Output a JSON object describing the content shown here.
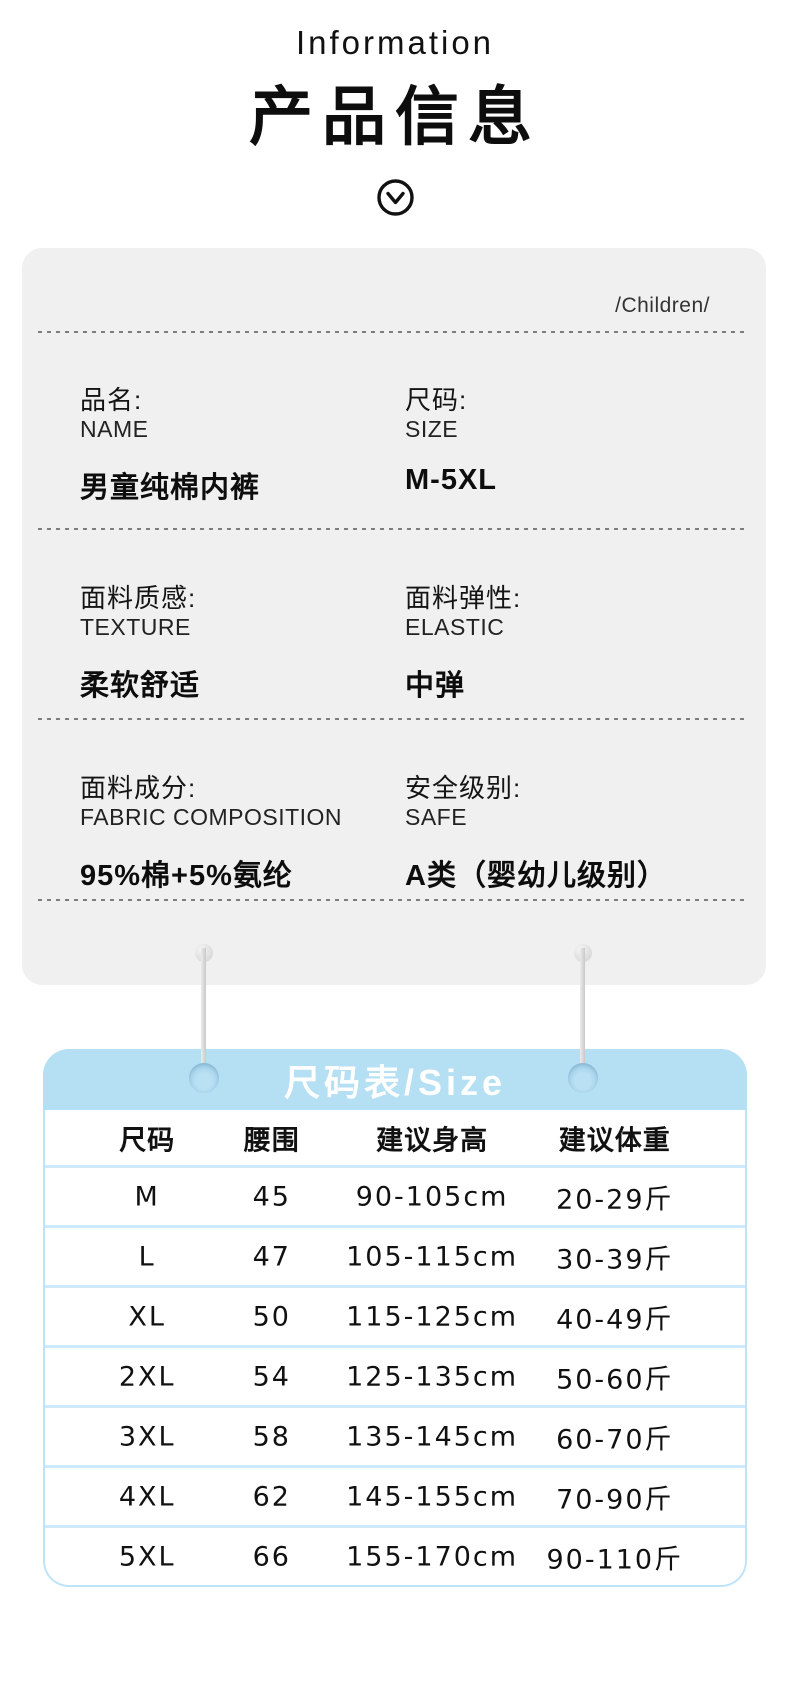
{
  "header": {
    "subtitle_en": "Information",
    "title_cn": "产品信息",
    "scroll_indicator_icon": "chevron-down-circle"
  },
  "info_card": {
    "corner_label": "/Children/",
    "fields": [
      {
        "label_cn": "品名:",
        "label_en": "NAME",
        "value": "男童纯棉内裤"
      },
      {
        "label_cn": "尺码:",
        "label_en": "SIZE",
        "value": "M-5XL"
      },
      {
        "label_cn": "面料质感:",
        "label_en": "TEXTURE",
        "value": "柔软舒适"
      },
      {
        "label_cn": "面料弹性:",
        "label_en": "ELASTIC",
        "value": "中弹"
      },
      {
        "label_cn": "面料成分:",
        "label_en": "FABRIC COMPOSITION",
        "value": "95%棉+5%氨纶"
      },
      {
        "label_cn": "安全级别:",
        "label_en": "SAFE",
        "value": "A类（婴幼儿级别）"
      }
    ]
  },
  "size_table": {
    "title": "尺码表/Size",
    "columns": [
      "尺码",
      "腰围",
      "建议身高",
      "建议体重"
    ],
    "rows": [
      {
        "size": "M",
        "waist": "45",
        "height": "90-105cm",
        "weight": "20-29斤"
      },
      {
        "size": "L",
        "waist": "47",
        "height": "105-115cm",
        "weight": "30-39斤"
      },
      {
        "size": "XL",
        "waist": "50",
        "height": "115-125cm",
        "weight": "40-49斤"
      },
      {
        "size": "2XL",
        "waist": "54",
        "height": "125-135cm",
        "weight": "50-60斤"
      },
      {
        "size": "3XL",
        "waist": "58",
        "height": "135-145cm",
        "weight": "60-70斤"
      },
      {
        "size": "4XL",
        "waist": "62",
        "height": "145-155cm",
        "weight": "70-90斤"
      },
      {
        "size": "5XL",
        "waist": "66",
        "height": "155-170cm",
        "weight": "90-110斤"
      }
    ]
  },
  "colors": {
    "accent_blue": "#b5dff3",
    "table_line_blue": "#cdeafd",
    "table_border_blue": "#bfe4f7",
    "card_gray": "#f0f0f0",
    "text_black": "#111111"
  }
}
